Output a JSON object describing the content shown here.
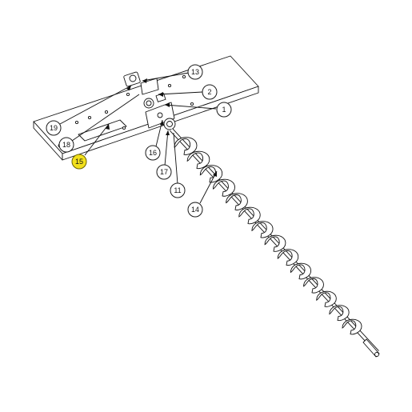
{
  "diagram": {
    "highlight_color": "#f2e01c",
    "line_color": "#111111",
    "callouts": [
      {
        "label": "13",
        "highlighted": false
      },
      {
        "label": "2",
        "highlighted": false
      },
      {
        "label": "1",
        "highlighted": false
      },
      {
        "label": "19",
        "highlighted": false
      },
      {
        "label": "18",
        "highlighted": false
      },
      {
        "label": "15",
        "highlighted": true
      },
      {
        "label": "16",
        "highlighted": false
      },
      {
        "label": "17",
        "highlighted": false
      },
      {
        "label": "11",
        "highlighted": false
      },
      {
        "label": "14",
        "highlighted": false
      }
    ]
  }
}
